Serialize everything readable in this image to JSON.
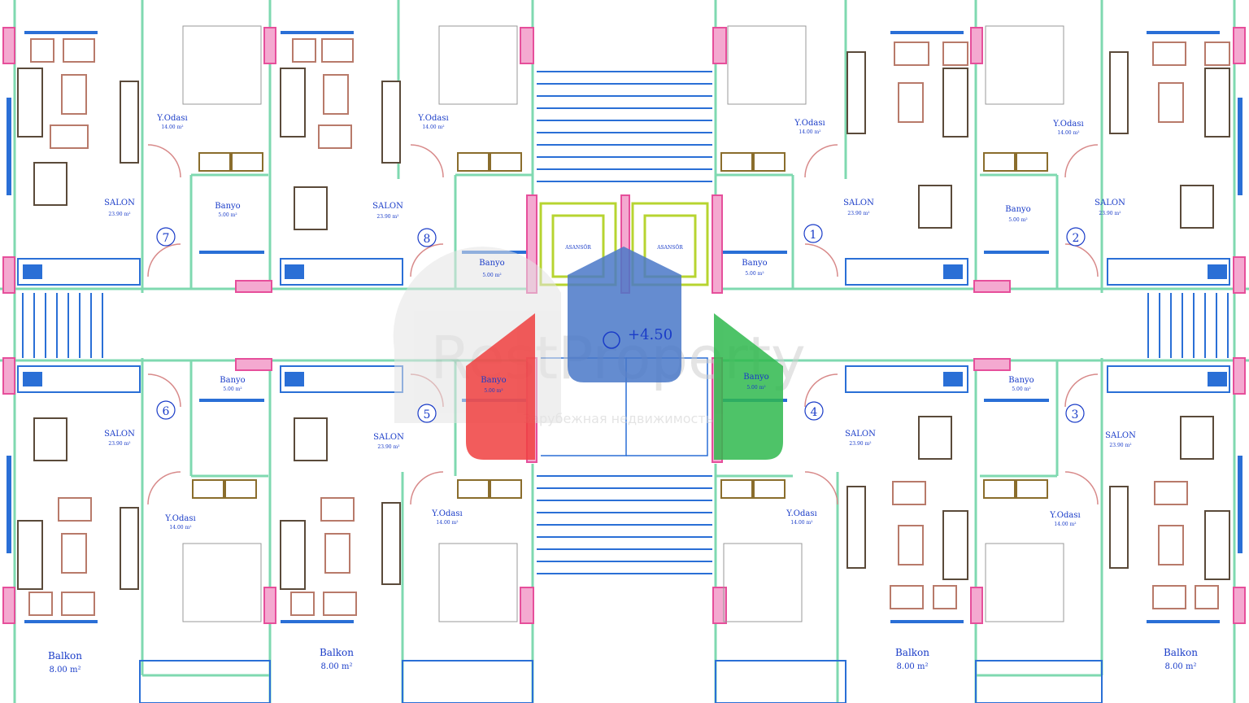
{
  "watermark": {
    "brand": "RestProperty",
    "tagline": "Зарубежная недвижимость"
  },
  "level_marker": "+4.50",
  "elevators": [
    {
      "label": "ASANSÖR"
    },
    {
      "label": "ASANSÖR"
    }
  ],
  "rooms": {
    "bedroom": "Y.Odası",
    "bedroom_area": "14.00 m²",
    "salon": "SALON",
    "salon_area": "23.90 m²",
    "bath": "Banyo",
    "bath_area": "5.00 m²",
    "balcony": "Balkon",
    "balcony_area": "8.00 m²"
  },
  "apartments": [
    "7",
    "8",
    "1",
    "2",
    "6",
    "5",
    "4",
    "3"
  ],
  "colors": {
    "wall": "#7fd9b0",
    "line": "#2a6fd6",
    "furniture": "#b87a6a",
    "elevator": "#b7d430",
    "column": "#e64f9b",
    "logo_red": "#f04040",
    "logo_blue": "#4a78c8",
    "logo_green": "#2fb84d"
  }
}
